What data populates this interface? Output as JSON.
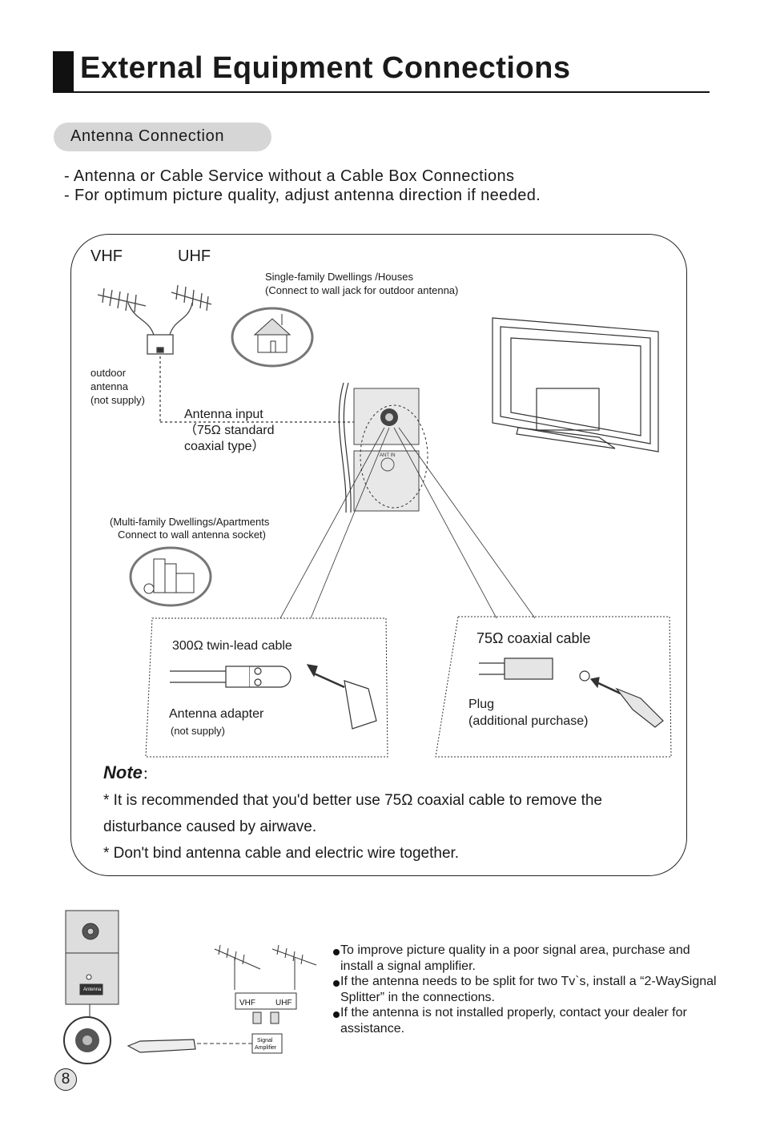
{
  "header": {
    "title": "External Equipment Connections"
  },
  "section": {
    "label": "Antenna Connection"
  },
  "intro": {
    "lines": [
      "- Antenna or Cable Service without a Cable Box Connections",
      "- For optimum picture quality, adjust antenna direction if needed."
    ]
  },
  "diagram": {
    "vhf_label": "VHF",
    "uhf_label": "UHF",
    "single_family": {
      "line1": "Single-family Dwellings /Houses",
      "line2": "(Connect to wall jack for outdoor antenna)"
    },
    "outdoor_antenna": {
      "line1": "outdoor",
      "line2": "antenna",
      "line3": "(not supply)"
    },
    "antenna_input": {
      "line1": "Antenna input",
      "line2": "（75Ω standard",
      "line3": "coaxial type）"
    },
    "ant_in_label": "ANT IN",
    "multi_family": {
      "line1": "(Multi-family Dwellings/Apartments",
      "line2": "Connect to wall antenna socket)"
    },
    "twin_lead": {
      "title": "300Ω twin-lead cable",
      "adapter": "Antenna adapter",
      "adapter_note": "(not supply)"
    },
    "coax": {
      "title": "75Ω coaxial cable",
      "plug": "Plug",
      "plug_note": "(additional purchase)"
    }
  },
  "note": {
    "heading": "Note",
    "colon": "：",
    "line1": "* It is recommended that you'd better use 75Ω coaxial cable to remove  the",
    "line2": "disturbance caused by airwave.",
    "line3": "* Don't bind antenna cable and electric wire together."
  },
  "bottom": {
    "vhf": "VHF",
    "uhf": "UHF",
    "amp_line1": "Signal",
    "amp_line2": "Amplifier",
    "panel_label": "Antenna",
    "tips": [
      "To improve picture quality in a poor signal area, purchase and install a signal amplifier.",
      " If the antenna needs to be split for two Tv`s, install a  “2-WaySignal Splitter”  in the connections.",
      " If the antenna is not installed properly, contact your dealer for assistance."
    ]
  },
  "page": {
    "number": "8"
  }
}
